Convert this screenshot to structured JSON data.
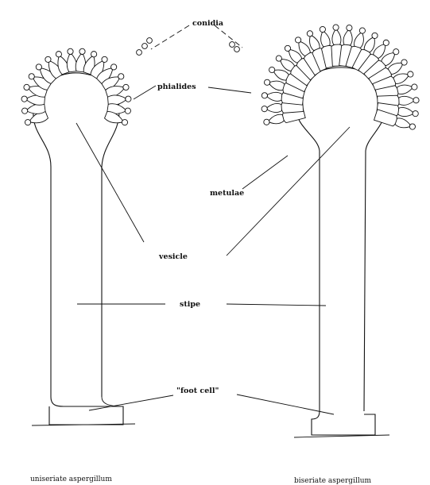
{
  "labels": {
    "conidia": "conidia",
    "phialides": "phialides",
    "metulae": "metulae",
    "vesicle": "vesicle",
    "stipe": "stipe",
    "foot_cell": "\"foot cell\""
  },
  "captions": {
    "uniseriate": "uniseriate aspergillum",
    "biseriate": "biseriate aspergillum"
  }
}
